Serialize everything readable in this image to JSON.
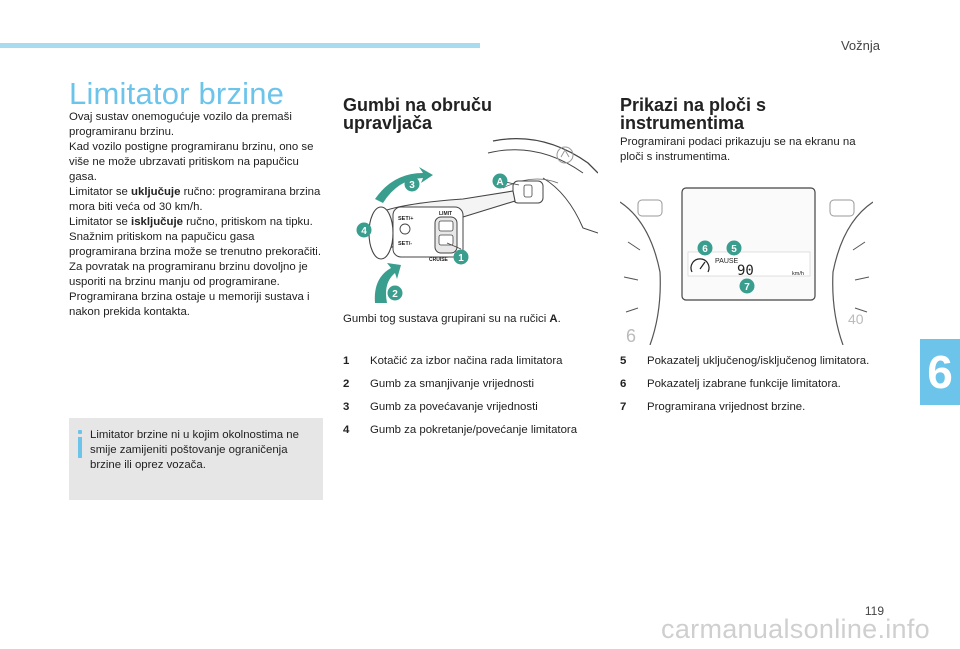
{
  "header": {
    "section_label": "Vožnja"
  },
  "col1": {
    "title": "Limitator brzine",
    "p1": "Ovaj sustav onemogućuje vozilo da premaši programiranu brzinu.",
    "p2": "Kad vozilo postigne programiranu brzinu, ono se više ne može ubrzavati pritiskom na papučicu gasa.",
    "p3_pre": "Limitator se ",
    "p3_bold": "uključuje",
    "p3_post": " ručno: programirana brzina mora biti veća od 30 km/h.",
    "p4_pre": "Limitator se ",
    "p4_bold": "isključuje",
    "p4_post": " ručno, pritiskom na tipku.",
    "p5": "Snažnim pritiskom na papučicu gasa programirana brzina može se trenutno prekoračiti.",
    "p6": "Za povratak na programiranu brzinu dovoljno je usporiti na brzinu manju od programirane.",
    "p7": "Programirana brzina ostaje u memoriji sustava i nakon prekida kontakta.",
    "note": "Limitator brzine ni u kojim okolnostima ne smije zamijeniti poštovanje ograničenja brzine ili oprez vozača."
  },
  "col2": {
    "title": "Gumbi na obruču upravljača",
    "caption_pre": "Gumbi tog sustava grupirani su na ručici ",
    "caption_bold": "A",
    "caption_post": ".",
    "items": [
      {
        "num": "1",
        "text": "Kotačić za izbor načina rada limitatora"
      },
      {
        "num": "2",
        "text": "Gumb za smanjivanje vrijednosti"
      },
      {
        "num": "3",
        "text": "Gumb za povećavanje vrijednosti"
      },
      {
        "num": "4",
        "text": "Gumb za pokretanje/povećanje limitatora"
      }
    ],
    "image": {
      "label_limit": "LIMIT",
      "label_cruise": "CRUISE",
      "label_set_plus": "SET/+",
      "label_set_minus": "SET/-",
      "badge_1": "1",
      "badge_2": "2",
      "badge_3": "3",
      "badge_4": "4",
      "badge_a": "A"
    }
  },
  "col3": {
    "title": "Prikazi na ploči s instrumentima",
    "intro": "Programirani podaci prikazuju se na ekranu na ploči s instrumentima.",
    "items": [
      {
        "num": "5",
        "text": "Pokazatelj uključenog/isključenog limitatora."
      },
      {
        "num": "6",
        "text": "Pokazatelj izabrane funkcije limitatora."
      },
      {
        "num": "7",
        "text": "Programirana vrijednost brzine."
      }
    ],
    "image": {
      "pause": "PAUSE",
      "speed": "90",
      "unit": "km/h",
      "gauge_left": "6",
      "gauge_right": "40",
      "badge_5": "5",
      "badge_6": "6",
      "badge_7": "7"
    }
  },
  "chapter_number": "6",
  "page_number": "119",
  "watermark": "carmanualsonline.info",
  "colors": {
    "accent": "#6cc4ea",
    "badge_green": "#3a9e8f",
    "note_bg": "#e6e6e6"
  }
}
